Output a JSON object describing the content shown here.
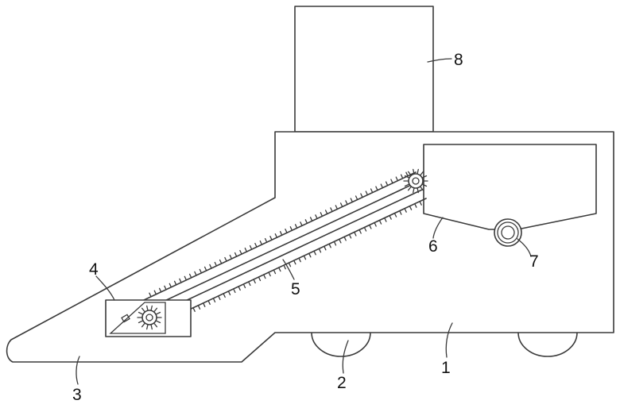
{
  "labels": {
    "body": "1",
    "wheel": "2",
    "front_scoop": "3",
    "lower_box": "4",
    "conveyor_chain": "5",
    "hopper": "6",
    "drive_roller": "7",
    "top_box": "8"
  }
}
